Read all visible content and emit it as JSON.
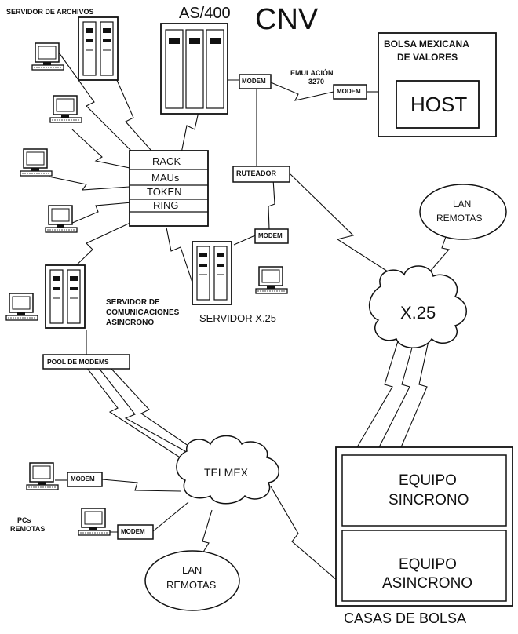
{
  "diagram": {
    "title": "CNV",
    "as400": "AS/400",
    "file_server": "SERVIDOR DE ARCHIVOS",
    "emulation": {
      "line1": "EMULACIÓN",
      "line2": "3270"
    },
    "bmv": {
      "line1": "BOLSA MEXICANA",
      "line2": "DE VALORES",
      "host": "HOST"
    },
    "modem_label": "MODEM",
    "rack": {
      "r1": "RACK",
      "r2": "MAUs",
      "r3": "TOKEN",
      "r4": "RING"
    },
    "router": "RUTEADOR",
    "lan_top": {
      "line1": "LAN",
      "line2": "REMOTAS"
    },
    "x25_cloud": "X.25",
    "x25_server": "SERVIDOR X.25",
    "async_server": {
      "line1": "SERVIDOR DE",
      "line2": "COMUNICACIONES",
      "line3": "ASINCRONO"
    },
    "modem_pool": "POOL DE MODEMS",
    "telmex": "TELMEX",
    "remote_pcs": {
      "line1": "PCs",
      "line2": "REMOTAS"
    },
    "lan_bottom": {
      "line1": "LAN",
      "line2": "REMOTAS"
    },
    "brokers": {
      "title": "CASAS DE BOLSA",
      "sync": {
        "line1": "EQUIPO",
        "line2": "SINCRONO"
      },
      "async": {
        "line1": "EQUIPO",
        "line2": "ASINCRONO"
      }
    }
  }
}
